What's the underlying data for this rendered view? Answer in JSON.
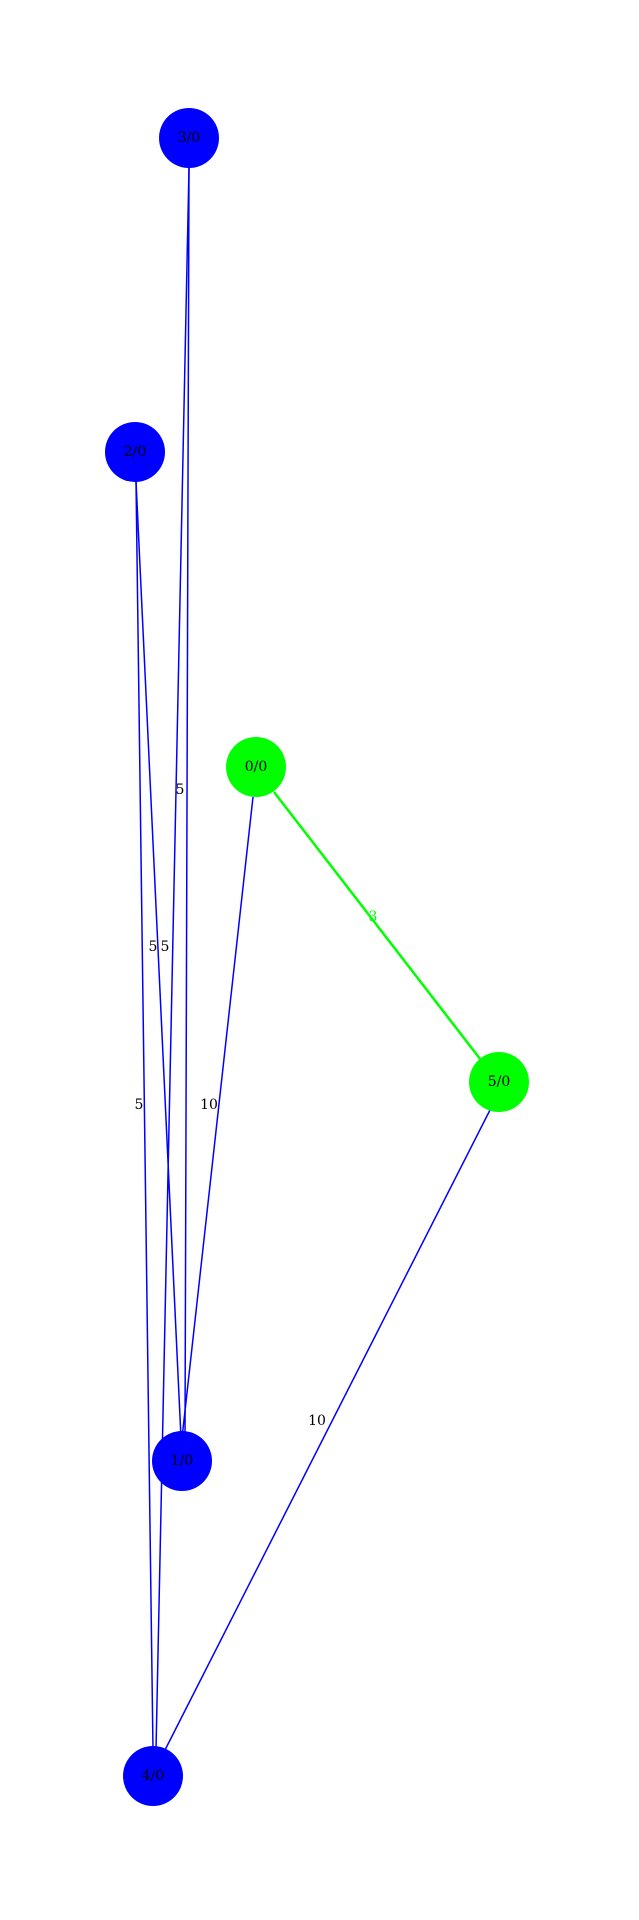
{
  "graph": {
    "colors": {
      "blue": "#0000ff",
      "green": "#00ff00",
      "label": "#000000",
      "background": "#ffffff"
    },
    "nodes": {
      "n0": {
        "label": "0/0",
        "color": "#00ff00"
      },
      "n1": {
        "label": "1/0",
        "color": "#0000ff"
      },
      "n2": {
        "label": "2/0",
        "color": "#0000ff"
      },
      "n3": {
        "label": "3/0",
        "color": "#0000ff"
      },
      "n4": {
        "label": "4/0",
        "color": "#0000ff"
      },
      "n5": {
        "label": "5/0",
        "color": "#00ff00"
      }
    },
    "edges": {
      "e0_5": {
        "from": "0/0",
        "to": "5/0",
        "weight": "3",
        "color": "#00ff00"
      },
      "e0_1": {
        "from": "0/0",
        "to": "1/0",
        "weight": "10",
        "color": "#0000ff"
      },
      "e5_4": {
        "from": "5/0",
        "to": "4/0",
        "weight": "10",
        "color": "#0000ff"
      },
      "e3_1": {
        "from": "3/0",
        "to": "1/0",
        "weight": "5",
        "color": "#0000ff"
      },
      "e3_4": {
        "from": "3/0",
        "to": "4/0",
        "weight": "5",
        "color": "#0000ff"
      },
      "e2_1": {
        "from": "2/0",
        "to": "1/0",
        "weight": "5",
        "color": "#0000ff"
      },
      "e2_4": {
        "from": "2/0",
        "to": "4/0",
        "weight": "5",
        "color": "#0000ff"
      }
    }
  }
}
